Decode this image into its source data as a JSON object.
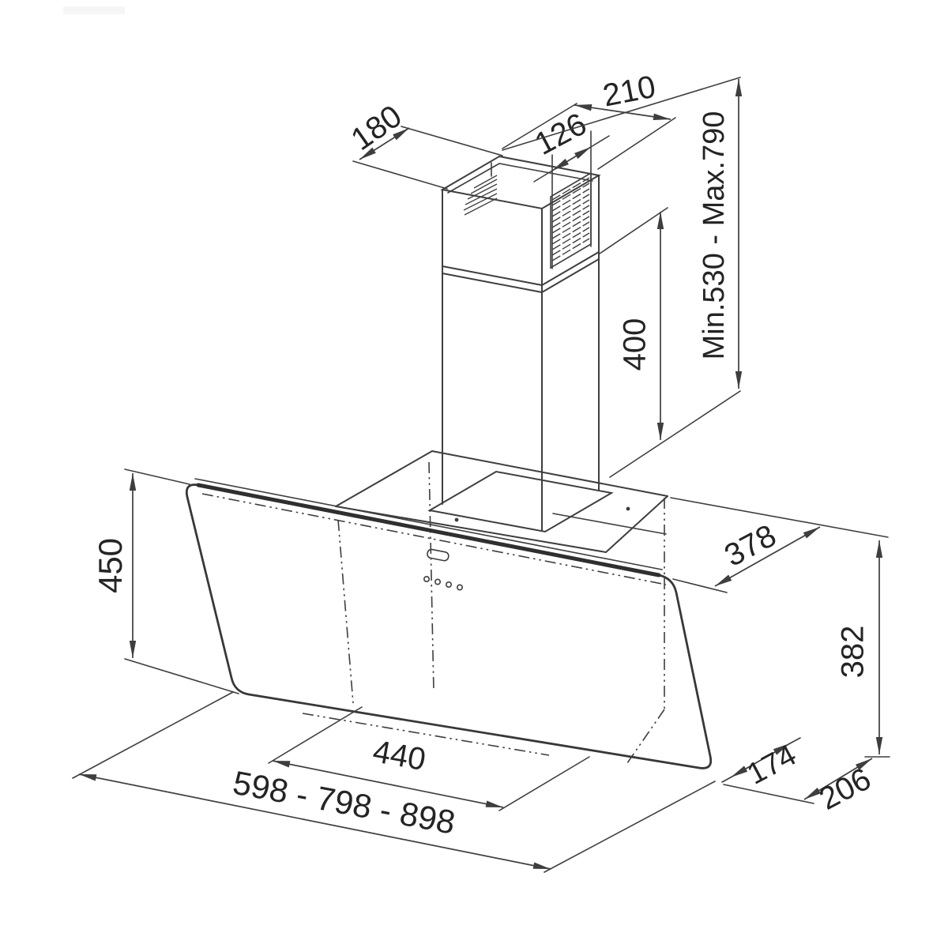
{
  "drawing": {
    "kind": "technical-dimension-diagram",
    "subject": "angled wall-mounted cooker hood with telescopic chimney",
    "units": "mm"
  },
  "colors": {
    "background": "#ffffff",
    "line": "#3e3e3e",
    "text": "#242424"
  },
  "dimensions": {
    "chimney_top_depth": {
      "value": "180"
    },
    "chimney_top_width": {
      "value": "210"
    },
    "duct_outlet_width": {
      "value": "126"
    },
    "mount_height_range": {
      "value": "Min.530 - Max.790"
    },
    "chimney_lower_height": {
      "value": "400"
    },
    "glass_panel_height": {
      "value": "450"
    },
    "top_depth": {
      "value": "378"
    },
    "back_height": {
      "value": "382"
    },
    "inner_opening_width": {
      "value": "440"
    },
    "hood_width_variants": {
      "value": "598 - 798 - 898"
    },
    "bottom_depth_front": {
      "value": "174"
    },
    "bottom_depth_back": {
      "value": "206"
    }
  }
}
